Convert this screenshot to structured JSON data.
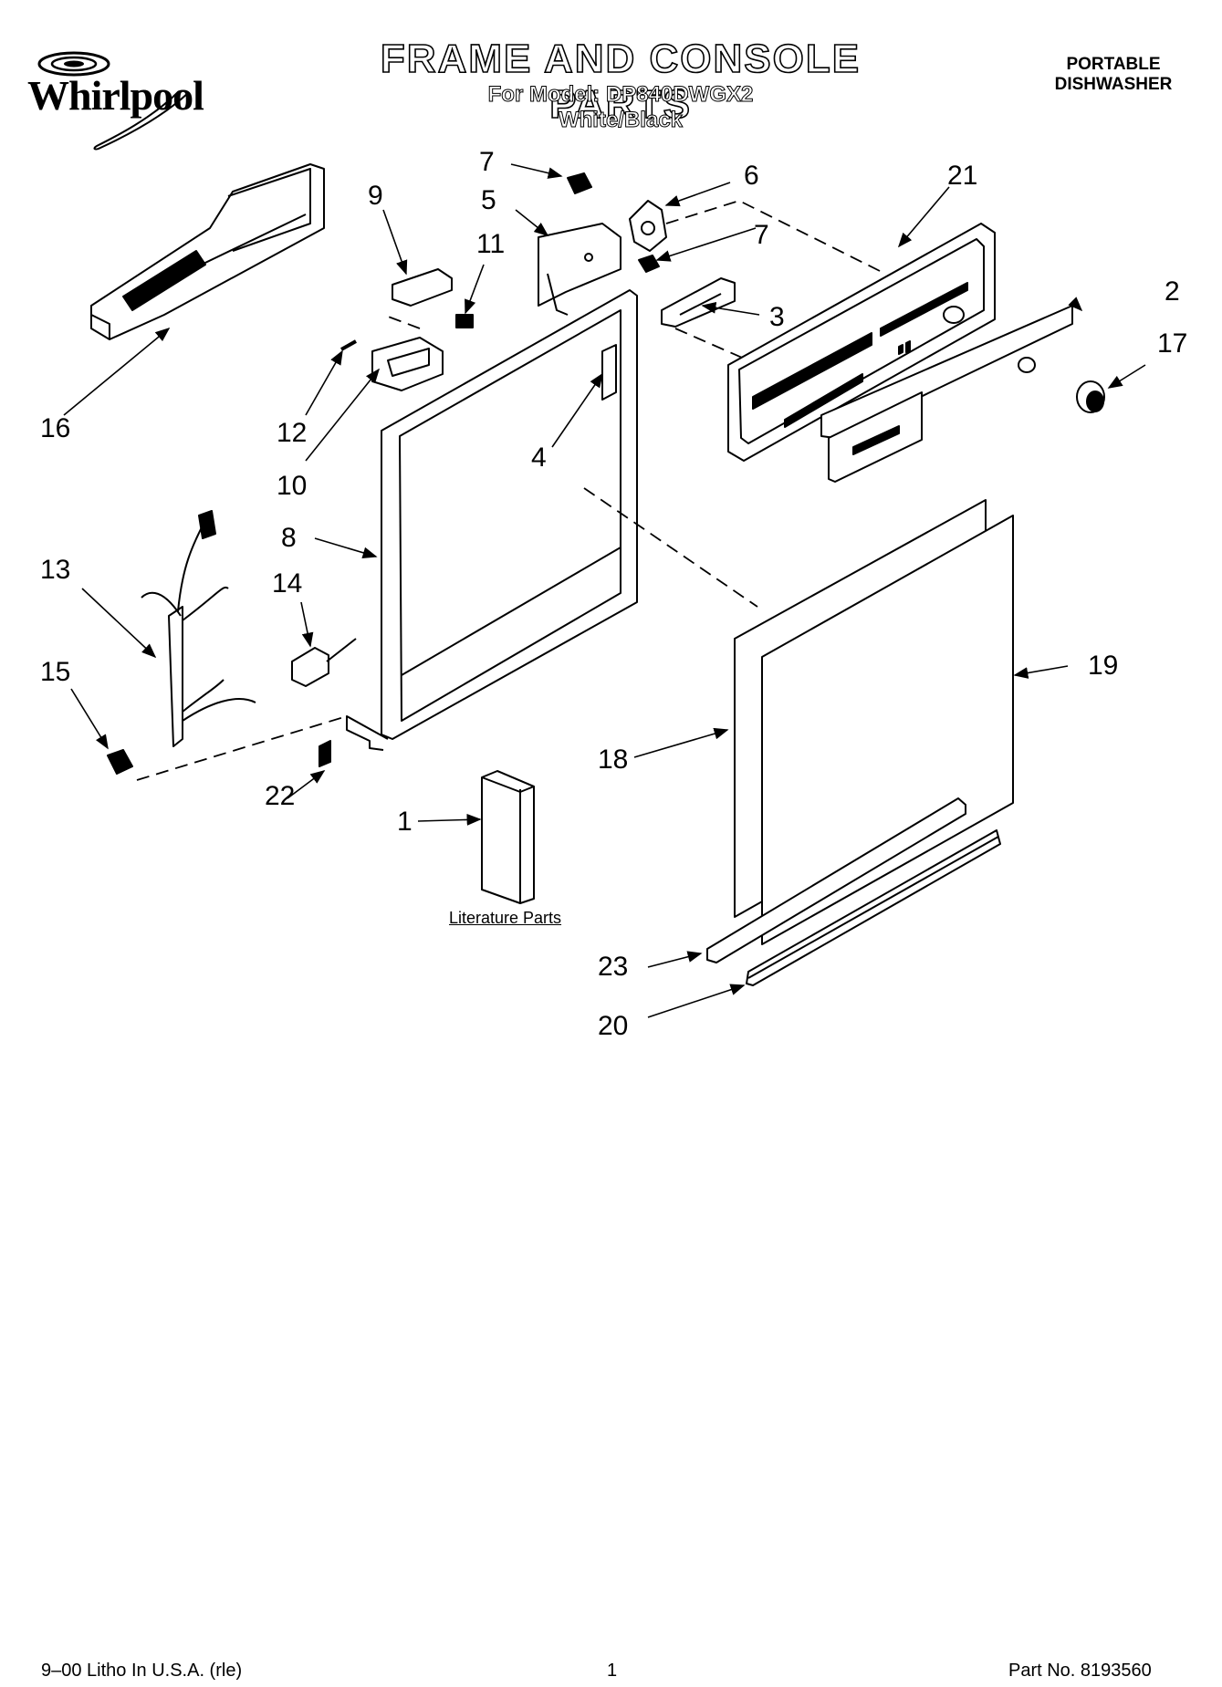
{
  "brand": {
    "logo_text": "Whirlpool"
  },
  "header": {
    "title": "FRAME AND CONSOLE PARTS",
    "model_line": "For Model: DP840DWGX2",
    "color_line": "White/Black",
    "product_line1": "PORTABLE",
    "product_line2": "DISHWASHER"
  },
  "callouts": [
    {
      "id": "c7a",
      "label": "7"
    },
    {
      "id": "c6",
      "label": "6"
    },
    {
      "id": "c21",
      "label": "21"
    },
    {
      "id": "c9",
      "label": "9"
    },
    {
      "id": "c5",
      "label": "5"
    },
    {
      "id": "c7b",
      "label": "7"
    },
    {
      "id": "c11",
      "label": "11"
    },
    {
      "id": "c2",
      "label": "2"
    },
    {
      "id": "c17",
      "label": "17"
    },
    {
      "id": "c3",
      "label": "3"
    },
    {
      "id": "c16",
      "label": "16"
    },
    {
      "id": "c12",
      "label": "12"
    },
    {
      "id": "c4",
      "label": "4"
    },
    {
      "id": "c10",
      "label": "10"
    },
    {
      "id": "c8",
      "label": "8"
    },
    {
      "id": "c13",
      "label": "13"
    },
    {
      "id": "c14",
      "label": "14"
    },
    {
      "id": "c15",
      "label": "15"
    },
    {
      "id": "c19",
      "label": "19"
    },
    {
      "id": "c18",
      "label": "18"
    },
    {
      "id": "c22",
      "label": "22"
    },
    {
      "id": "c1",
      "label": "1"
    },
    {
      "id": "c23",
      "label": "23"
    },
    {
      "id": "c20",
      "label": "20"
    }
  ],
  "literature_label": "Literature Parts",
  "footer": {
    "left": "9–00 Litho In U.S.A. (rle)",
    "center": "1",
    "right": "Part No. 8193560"
  }
}
